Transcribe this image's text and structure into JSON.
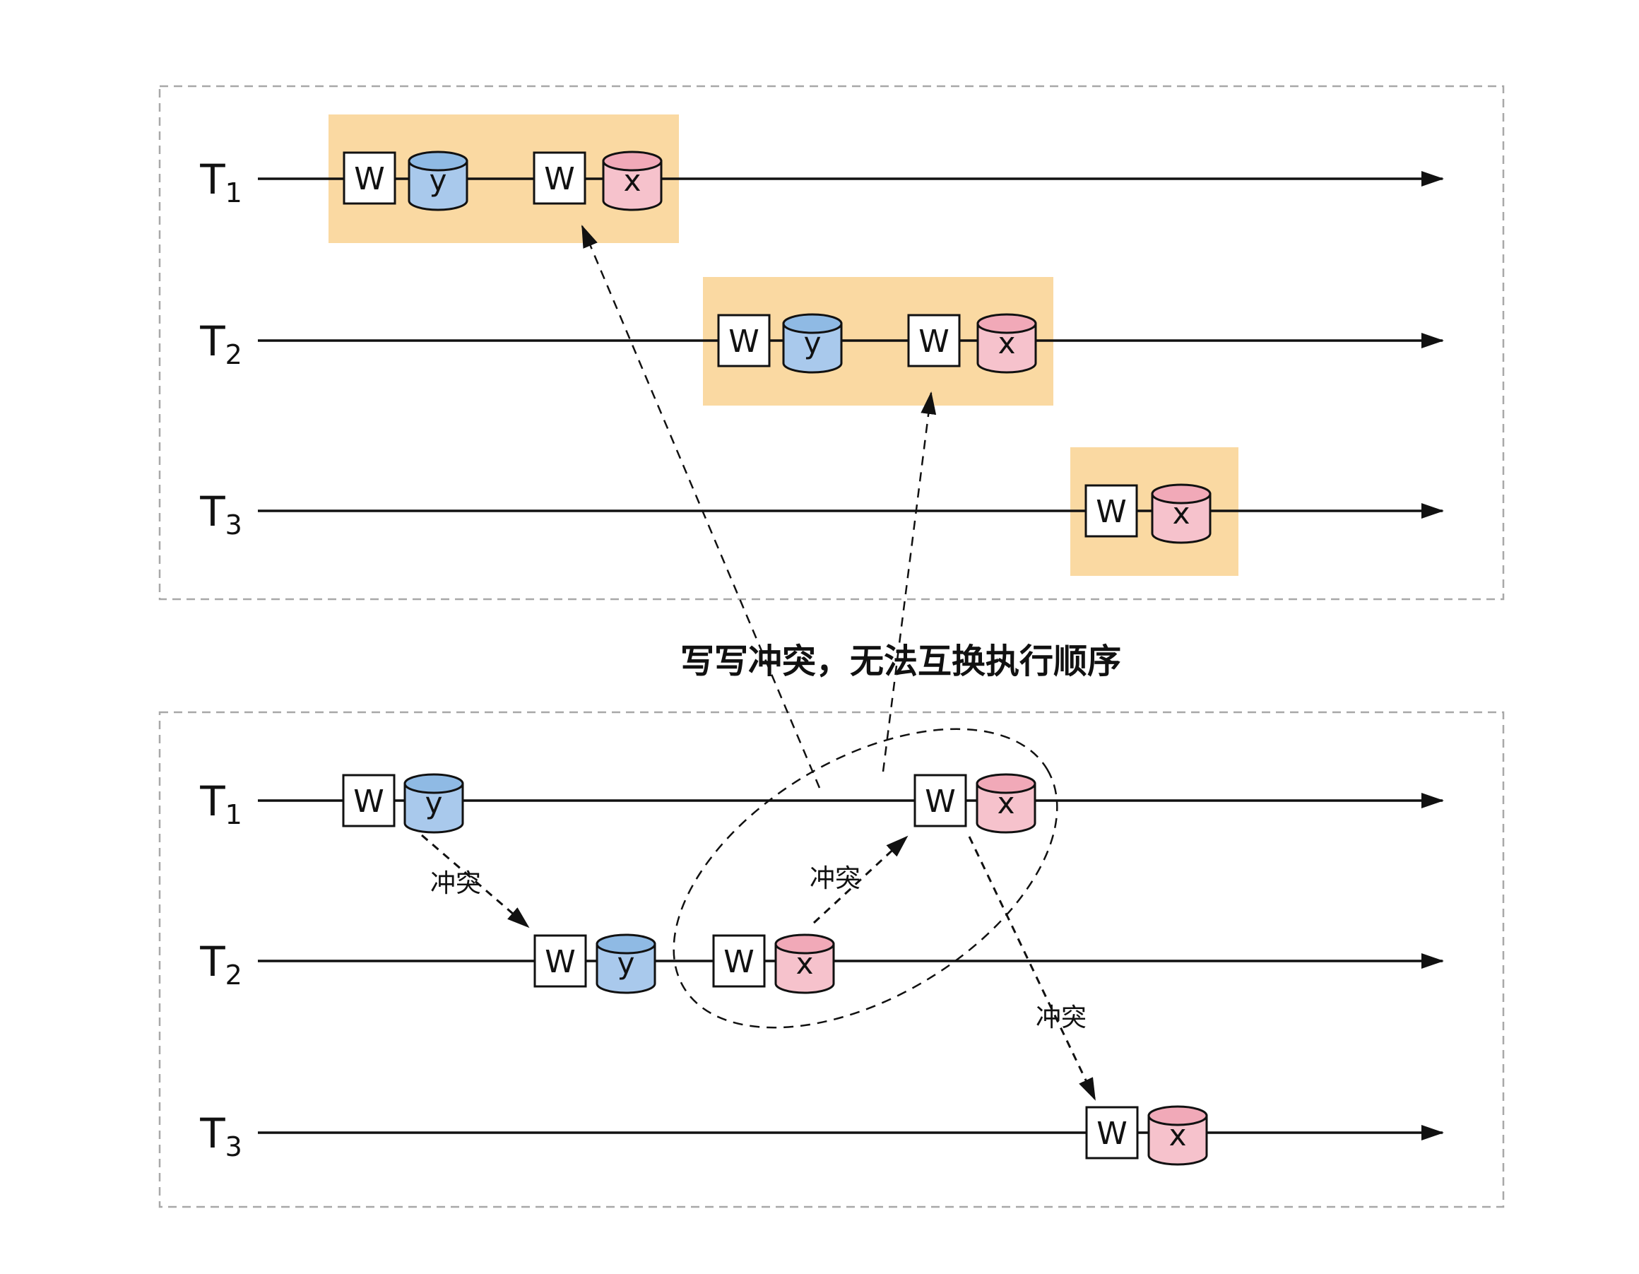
{
  "caption": "写写冲突，无法互换执行顺序",
  "conflict_labels": [
    "冲突",
    "冲突",
    "冲突"
  ],
  "panels": {
    "top": {
      "t1": {
        "base": "T",
        "sub": "1",
        "op1": "W",
        "d1": "y",
        "op2": "W",
        "d2": "x"
      },
      "t2": {
        "base": "T",
        "sub": "2",
        "op1": "W",
        "d1": "y",
        "op2": "W",
        "d2": "x"
      },
      "t3": {
        "base": "T",
        "sub": "3",
        "op1": "W",
        "d1": "x"
      }
    },
    "bottom": {
      "t1": {
        "base": "T",
        "sub": "1",
        "op1": "W",
        "d1": "y",
        "op2": "W",
        "d2": "x"
      },
      "t2": {
        "base": "T",
        "sub": "2",
        "op1": "W",
        "d1": "y",
        "op2": "W",
        "d2": "x"
      },
      "t3": {
        "base": "T",
        "sub": "3",
        "op1": "W",
        "d1": "x"
      }
    }
  },
  "colors": {
    "highlight": "#FAD9A2",
    "blue_body": "#A9C9EC",
    "blue_top": "#8FBAE4",
    "pink_body": "#F6C2CC",
    "pink_top": "#F1A9B8",
    "stroke": "#111111",
    "panel_border": "#A8A8A8"
  }
}
